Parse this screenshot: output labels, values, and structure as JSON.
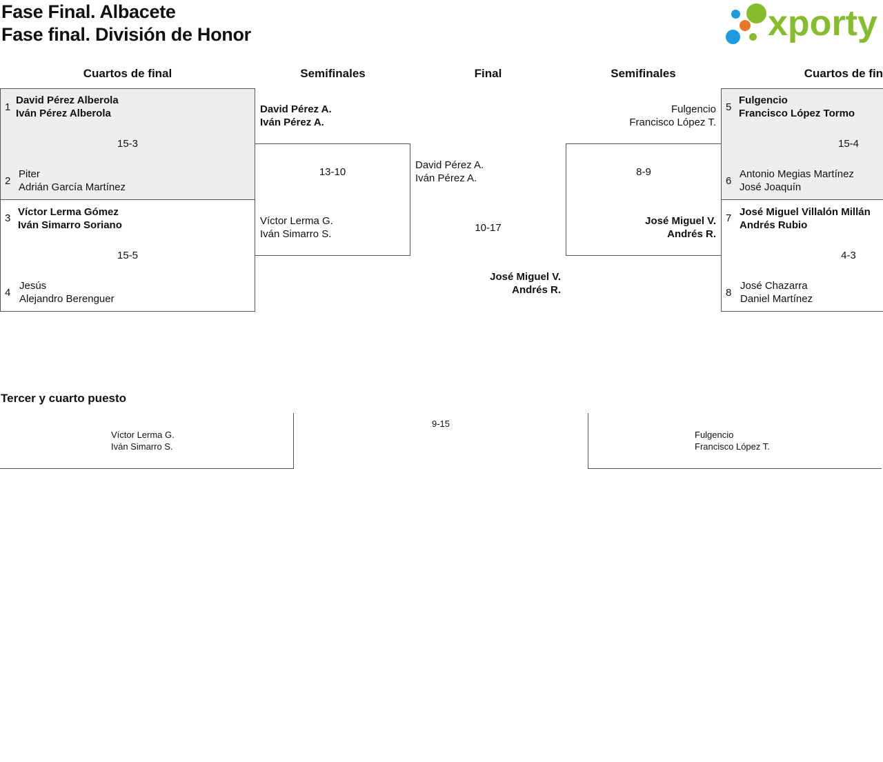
{
  "header": {
    "title_line1": "Fase Final. Albacete",
    "title_line2": "Fase final. División de Honor",
    "logo_text": "xporty",
    "logo_colors": {
      "green": "#86bd2f",
      "blue": "#1e9be0",
      "orange": "#e87722"
    }
  },
  "columns": {
    "qf_left": "Cuartos de final",
    "sf_left": "Semifinales",
    "final": "Final",
    "sf_right": "Semifinales",
    "qf_right": "Cuartos de final"
  },
  "quarterfinals": [
    {
      "seed_a": "1",
      "a1": "David Pérez Alberola",
      "a2": "Iván Pérez Alberola",
      "score": "15-3",
      "seed_b": "2",
      "b1": "Piter",
      "b2": "Adrián García Martínez"
    },
    {
      "seed_a": "3",
      "a1": "Víctor Lerma Gómez",
      "a2": "Iván Simarro Soriano",
      "score": "15-5",
      "seed_b": "4",
      "b1": "Jesús",
      "b2": "Alejandro Berenguer"
    },
    {
      "seed_a": "5",
      "a1": "Fulgencio",
      "a2": "Francisco López Tormo",
      "score": "15-4",
      "seed_b": "6",
      "b1": "Antonio Megias Martínez",
      "b2": "José Joaquín"
    },
    {
      "seed_a": "7",
      "a1": "José Miguel Villalón Millán",
      "a2": "Andrés Rubio",
      "score": "4-3",
      "seed_b": "8",
      "b1": "José Chazarra",
      "b2": "Daniel Martínez"
    }
  ],
  "semifinals": [
    {
      "a1": "David Pérez A.",
      "a2": "Iván Pérez A.",
      "score": "13-10",
      "b1": "Víctor Lerma G.",
      "b2": "Iván Simarro S."
    },
    {
      "a1": "Fulgencio",
      "a2": "Francisco López T.",
      "score": "8-9",
      "b1": "José Miguel V.",
      "b2": "Andrés R."
    }
  ],
  "final": {
    "a1": "David Pérez A.",
    "a2": "Iván Pérez A.",
    "score": "10-17",
    "b1": "José Miguel V.",
    "b2": "Andrés R."
  },
  "third_place": {
    "heading": "Tercer y cuarto puesto",
    "a1": "Víctor Lerma G.",
    "a2": "Iván Simarro S.",
    "score": "9-15",
    "b1": "Fulgencio",
    "b2": "Francisco López T."
  }
}
